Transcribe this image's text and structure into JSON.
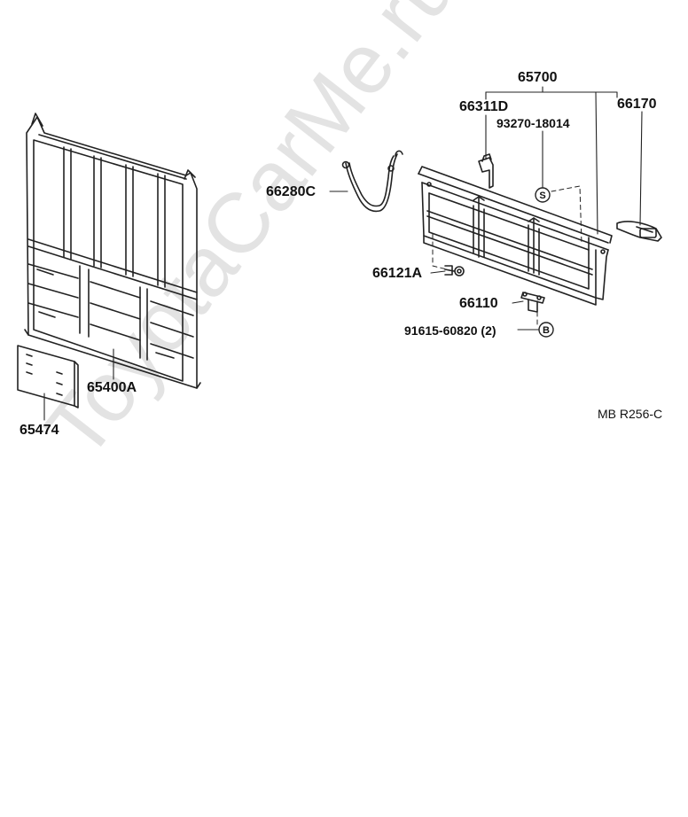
{
  "labels": {
    "assy_tailgate": "65700",
    "hinge_bracket": "66311D",
    "chain_support": "93270-18014",
    "hook": "66170",
    "chain": "66280C",
    "bolt_washer": "66121A",
    "stopper": "66110",
    "screw": "91615-60820 (2)",
    "guard_frame": "65400A",
    "plate": "65474"
  },
  "symbols": {
    "s_marker": "S",
    "b_marker": "B"
  },
  "reference": "MB R256-C",
  "watermark": "ToyotaCarMe.ru"
}
